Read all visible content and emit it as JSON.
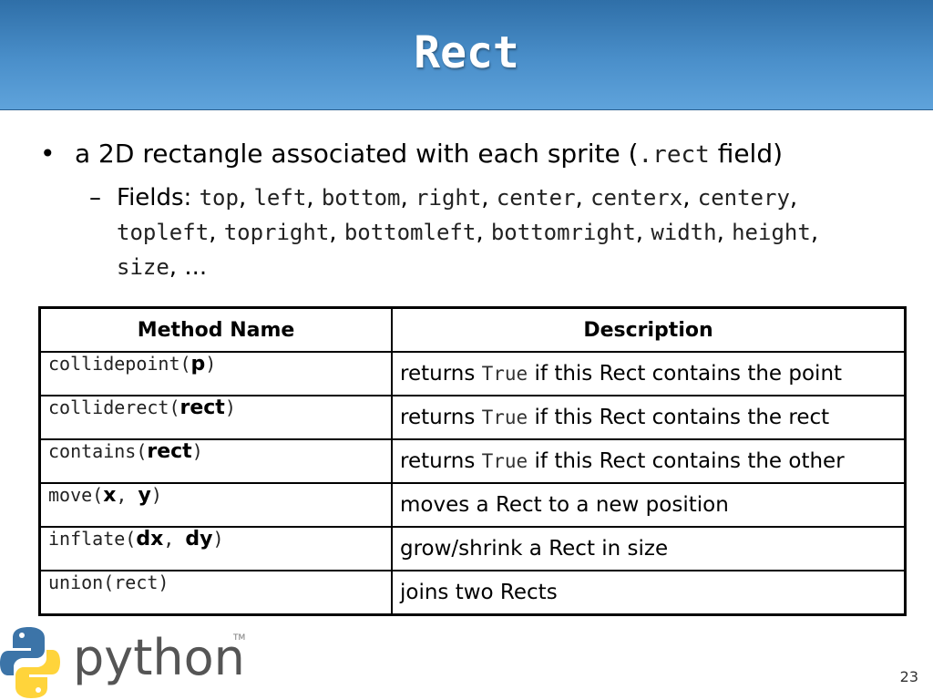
{
  "title": "Rect",
  "bullet": {
    "text_before": "a 2D rectangle associated with each sprite (",
    "code": ".rect",
    "text_after": " field)"
  },
  "sub": {
    "label": "Fields: ",
    "fields": [
      "top",
      "left",
      "bottom",
      "right",
      "center",
      "centerx",
      "centery",
      "topleft",
      "topright",
      "bottomleft",
      "bottomright",
      "width",
      "height",
      "size"
    ],
    "ellipsis": "..."
  },
  "table": {
    "headers": [
      "Method Name",
      "Description"
    ],
    "rows": [
      {
        "name_prefix": "collidepoint(",
        "args": [
          "p"
        ],
        "name_suffix": ")",
        "desc_before": "returns ",
        "desc_code": "True",
        "desc_after": " if this Rect contains the point"
      },
      {
        "name_prefix": "colliderect(",
        "args": [
          "rect"
        ],
        "name_suffix": ")",
        "desc_before": "returns ",
        "desc_code": "True",
        "desc_after": " if this Rect contains the rect"
      },
      {
        "name_prefix": "contains(",
        "args": [
          "rect"
        ],
        "name_suffix": ")",
        "desc_before": "returns ",
        "desc_code": "True",
        "desc_after": " if this Rect contains the other"
      },
      {
        "name_prefix": "move(",
        "args": [
          "x",
          "y"
        ],
        "name_suffix": ")",
        "desc_before": "moves a Rect to a new position",
        "desc_code": "",
        "desc_after": ""
      },
      {
        "name_prefix": "inflate(",
        "args": [
          "dx",
          "dy"
        ],
        "name_suffix": ")",
        "desc_before": "grow/shrink a Rect in size",
        "desc_code": "",
        "desc_after": ""
      },
      {
        "name_prefix": "union(rect)",
        "args": [],
        "name_suffix": "",
        "desc_before": "joins two Rects",
        "desc_code": "",
        "desc_after": ""
      }
    ]
  },
  "logo": {
    "text": "python",
    "tm": "TM",
    "icon": "python-logo-icon",
    "blue": "#3c74a8",
    "yellow": "#ffd43b"
  },
  "page_number": "23"
}
